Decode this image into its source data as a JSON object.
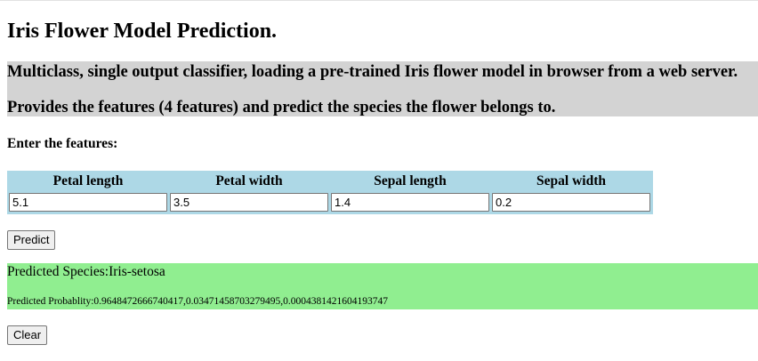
{
  "header": {
    "title": "Iris Flower Model Prediction.",
    "description_line1": "Multiclass, single output classifier, loading a pre-trained Iris flower model in browser from a web server.",
    "description_line2": "Provides the features (4 features) and predict the species the flower belongs to."
  },
  "form": {
    "prompt": "Enter the features:",
    "fields": [
      {
        "label": "Petal length",
        "value": "5.1"
      },
      {
        "label": "Petal width",
        "value": "3.5"
      },
      {
        "label": "Sepal length",
        "value": "1.4"
      },
      {
        "label": "Sepal width",
        "value": "0.2"
      }
    ],
    "predict_label": "Predict"
  },
  "result": {
    "species_text": "Predicted Species:Iris-setosa",
    "probability_text": "Predicted Probablity:0.9648472666740417,0.03471458703279495,0.0004381421604193747"
  },
  "actions": {
    "clear_label": "Clear"
  },
  "colors": {
    "description_bg": "#d3d3d3",
    "features_bg": "#add8e6",
    "result_bg": "#90ee90"
  }
}
